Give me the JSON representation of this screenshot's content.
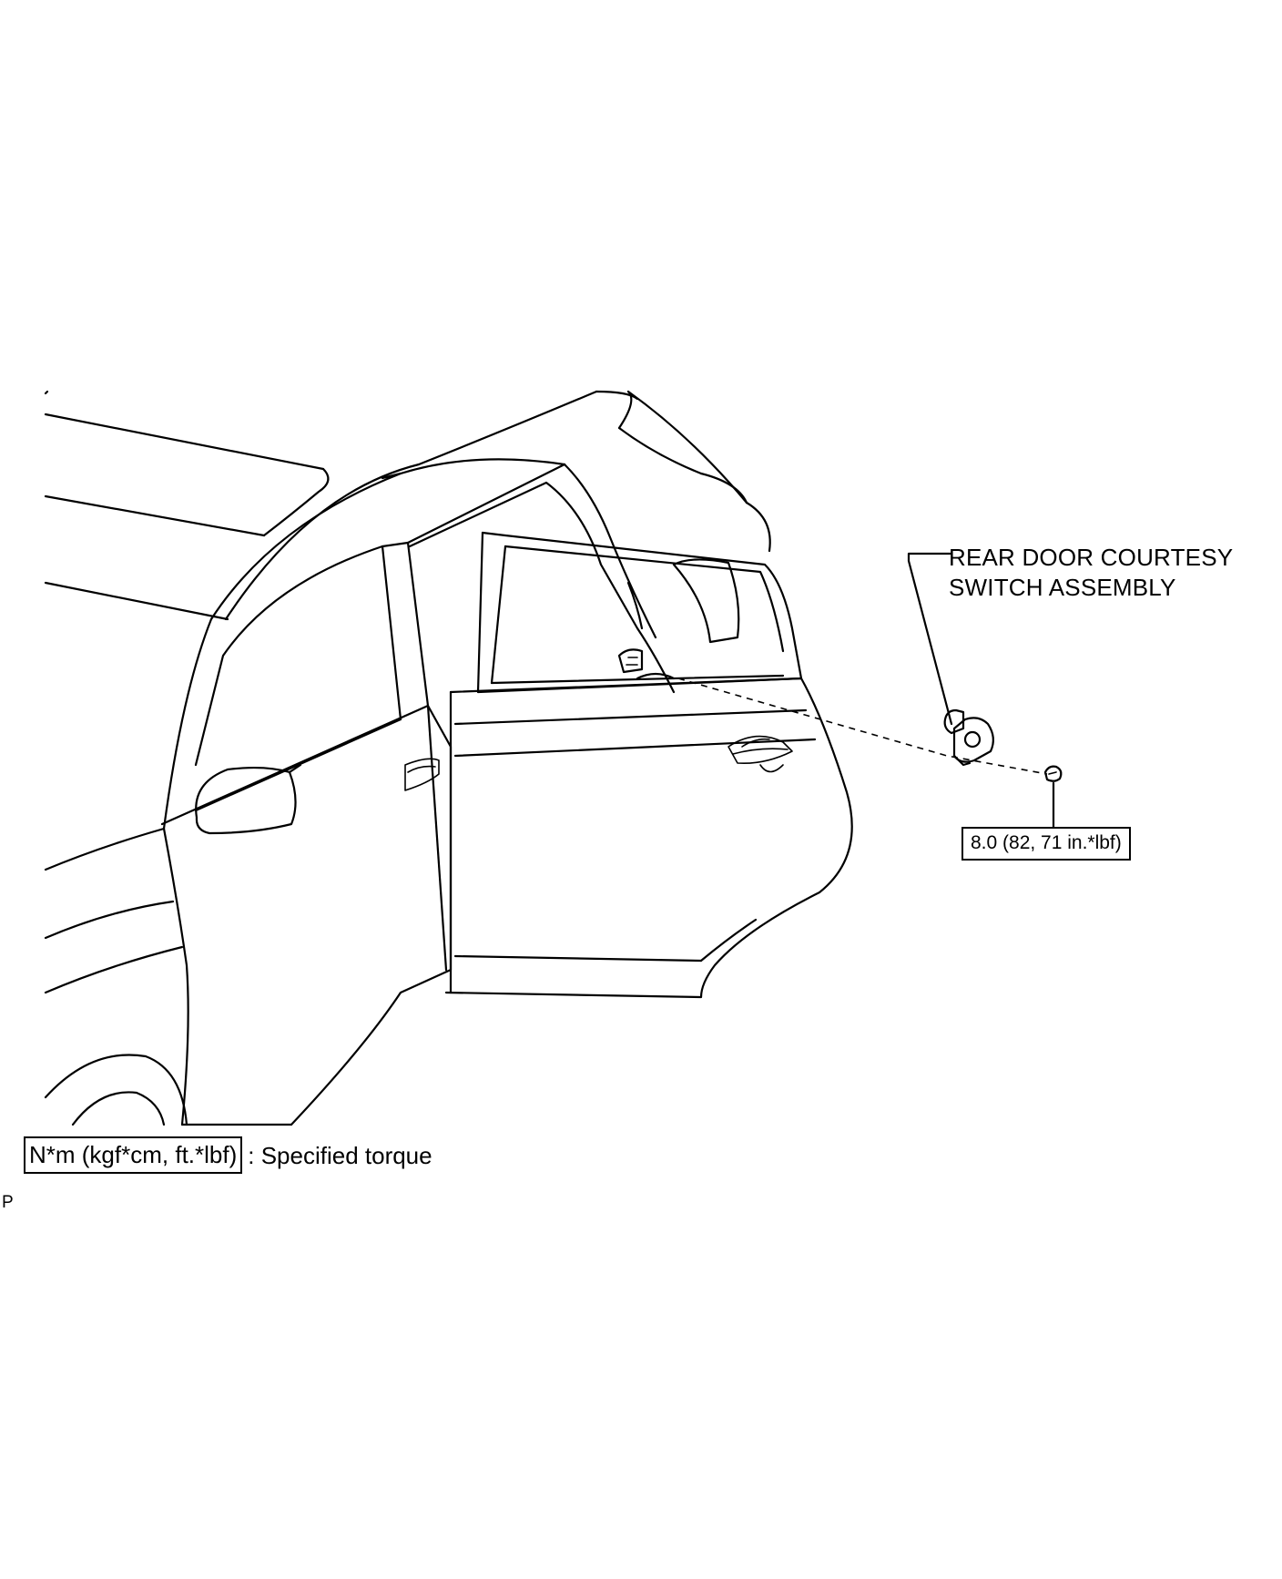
{
  "part_label": {
    "line1": "REAR DOOR COURTESY",
    "line2": "SWITCH ASSEMBLY"
  },
  "torque_value": "8.0 (82, 71 in.*lbf)",
  "legend": {
    "unit_box": "N*m (kgf*cm, ft.*lbf)",
    "description": ": Specified torque"
  },
  "corner_mark": "P"
}
